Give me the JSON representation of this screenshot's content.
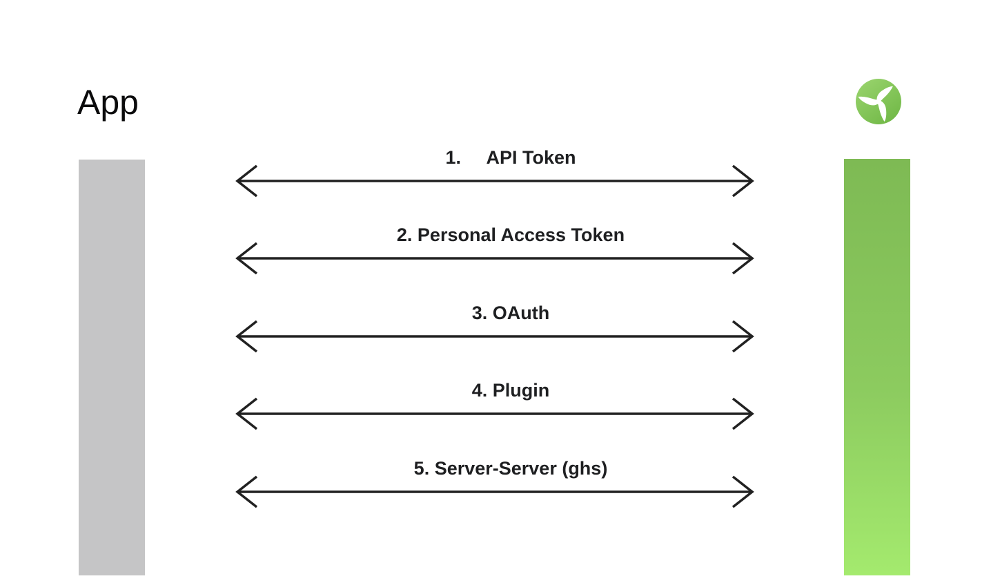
{
  "page": {
    "background_color": "#ffffff",
    "type": "sequence-style authentication diagram"
  },
  "left_actor": {
    "title": "App",
    "lifeline_color": "#c5c5c6"
  },
  "right_actor": {
    "icon": "propeller-logo-icon",
    "icon_circle_color_top": "#9bd56f",
    "icon_circle_color_bottom": "#72b948",
    "icon_glyph_color": "#ffffff",
    "lifeline_color_top": "#7eba54",
    "lifeline_color_bottom": "#a4ea6e"
  },
  "arrow": {
    "style": "double-headed open chevron",
    "color": "#212121"
  },
  "connections": [
    {
      "label": "1.     API Token"
    },
    {
      "label": "2. Personal Access Token"
    },
    {
      "label": "3. OAuth"
    },
    {
      "label": "4. Plugin"
    },
    {
      "label": "5. Server-Server (ghs)"
    }
  ]
}
